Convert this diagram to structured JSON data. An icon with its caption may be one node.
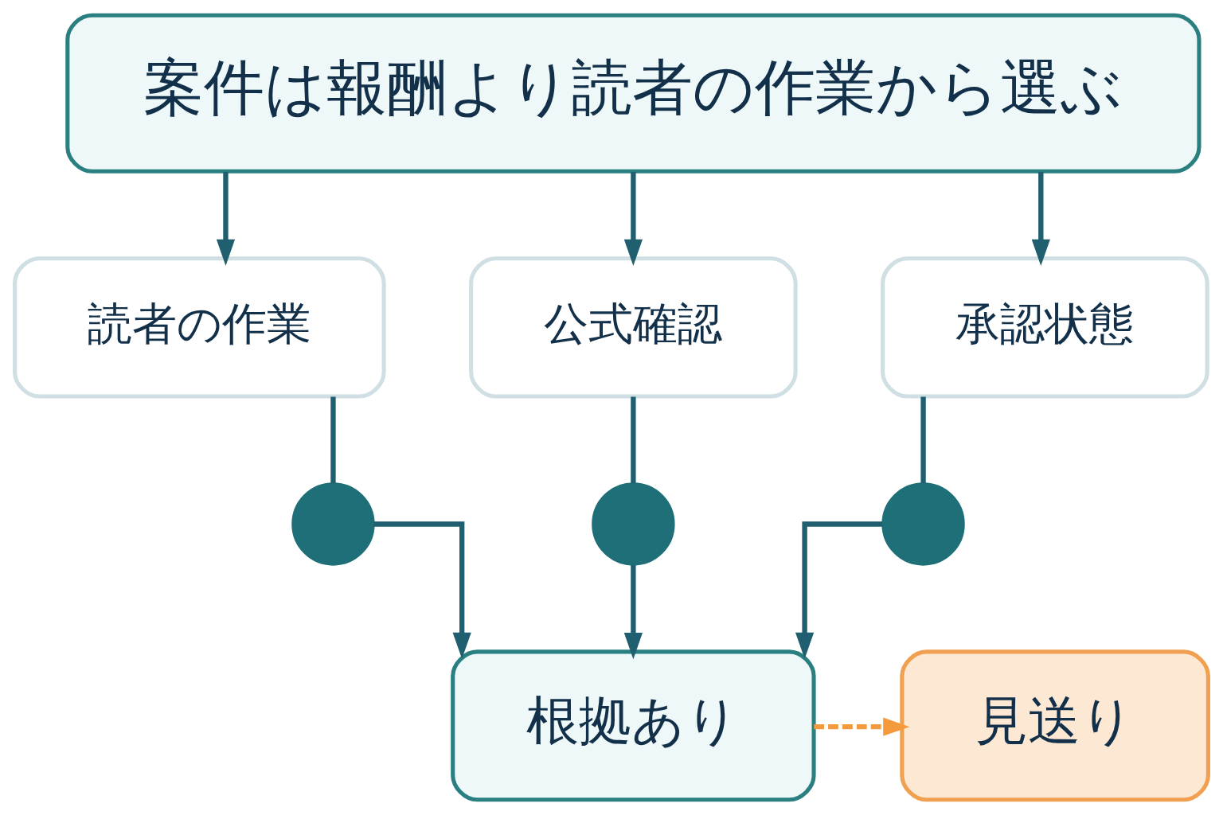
{
  "diagram": {
    "nodes": [
      {
        "text": [
          "案件は報酬より読者の作業から選ぶ"
        ]
      },
      {
        "text": [
          "読者の作業"
        ]
      },
      {
        "text": [
          "公式確認"
        ]
      },
      {
        "text": [
          "承認状態"
        ]
      },
      {
        "text": [],
        "shape": "circle"
      },
      {
        "text": [],
        "shape": "circle"
      },
      {
        "text": [],
        "shape": "circle"
      },
      {
        "text": [
          "根拠あり"
        ]
      },
      {
        "text": [
          "見送り"
        ]
      }
    ],
    "edges": [
      {
        "from": 0,
        "to": 1,
        "arrow": "to"
      },
      {
        "from": 0,
        "to": 2,
        "arrow": "to"
      },
      {
        "from": 0,
        "to": 3,
        "arrow": "to"
      },
      {
        "from": 1,
        "to": 4,
        "arrow": "none"
      },
      {
        "from": 2,
        "to": 5,
        "arrow": "none"
      },
      {
        "from": 3,
        "to": 6,
        "arrow": "none"
      },
      {
        "from": 4,
        "to": 7,
        "arrow": "to"
      },
      {
        "from": 5,
        "to": 7,
        "arrow": "to"
      },
      {
        "from": 6,
        "to": 7,
        "arrow": "to"
      },
      {
        "from": 7,
        "to": 8,
        "arrow": "to",
        "style": "dashed",
        "color": "#f39a3c"
      }
    ]
  }
}
